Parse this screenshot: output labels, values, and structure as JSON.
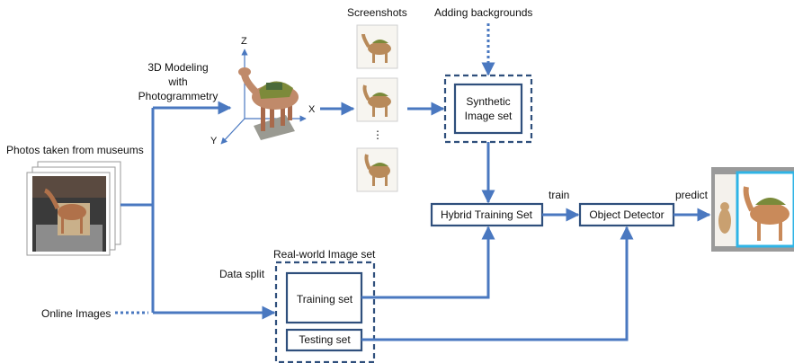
{
  "labels": {
    "screenshots": "Screenshots",
    "adding_backgrounds": "Adding backgrounds",
    "modeling_line1": "3D Modeling",
    "modeling_line2": "with",
    "modeling_line3": "Photogrammetry",
    "photos_museums": "Photos taken from museums",
    "online_images": "Online Images",
    "data_split": "Data split",
    "real_world_set": "Real-world Image set",
    "train": "train",
    "predict": "predict",
    "ellipsis": "⋮"
  },
  "axes": {
    "z": "Z",
    "x": "X",
    "y": "Y"
  },
  "boxes": {
    "synthetic_line1": "Synthetic",
    "synthetic_line2": "Image set",
    "hybrid": "Hybrid Training Set",
    "detector": "Object Detector",
    "training": "Training set",
    "testing": "Testing set"
  },
  "colors": {
    "arrow": "#4a78c0",
    "box_border": "#2f4f7c",
    "detector_frame": "#2fb4e6"
  }
}
